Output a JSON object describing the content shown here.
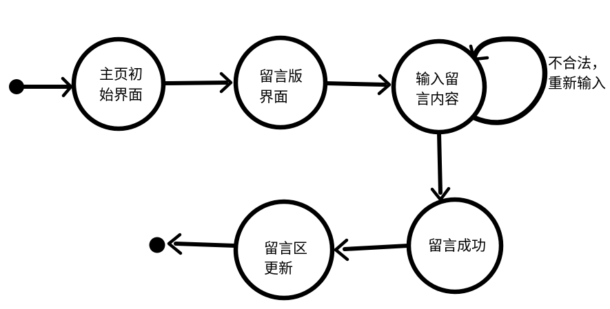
{
  "colors": {
    "background": "#ffffff",
    "stroke": "#000000",
    "text": "#000000",
    "node_fill": "#ffffff"
  },
  "diagram": {
    "type": "uml-state-diagram",
    "states": {
      "homepage": {
        "line1": "主页初",
        "line2": "始界面"
      },
      "board": {
        "line1": "留言版",
        "line2": "界面"
      },
      "input": {
        "line1": "输入留",
        "line2": "言内容"
      },
      "success": {
        "line1": "留言成功"
      },
      "update": {
        "line1": "留言区",
        "line2": "更新"
      }
    },
    "transition_labels": {
      "invalid": {
        "line1": "不合法，",
        "line2": "重新输入"
      }
    }
  }
}
